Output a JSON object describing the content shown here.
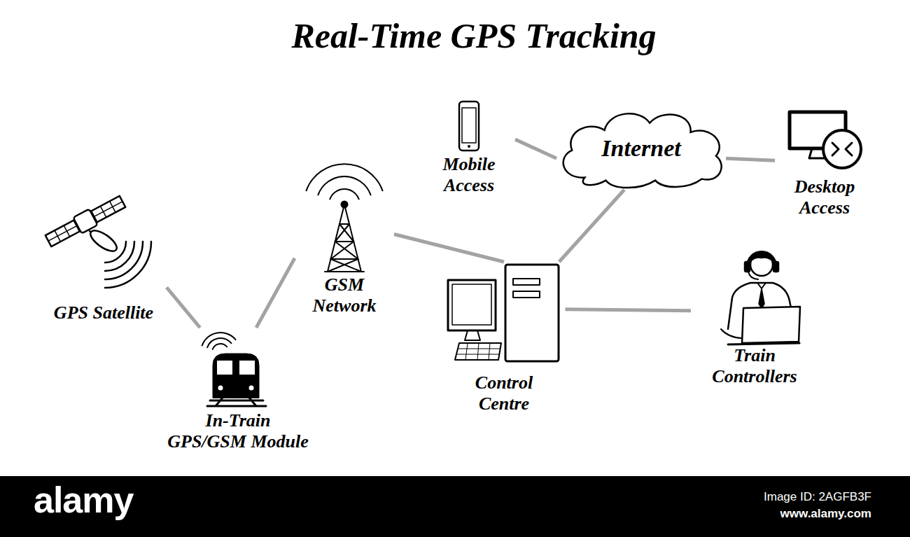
{
  "diagram": {
    "title": "Real-Time GPS Tracking",
    "nodes": [
      {
        "text": [
          "GPS Satellite"
        ]
      },
      {
        "text": [
          "In-Train GPS/GSM Module"
        ]
      },
      {
        "text": [
          "GSM Network"
        ]
      },
      {
        "text": [
          "Control Centre"
        ]
      },
      {
        "text": [
          "Mobile Access"
        ]
      },
      {
        "text": [
          "Internet"
        ]
      },
      {
        "text": [
          "Desktop Access"
        ]
      },
      {
        "text": [
          "Train Controllers"
        ]
      }
    ],
    "edges": [
      {
        "from": 0,
        "to": 1,
        "arrow": "none"
      },
      {
        "from": 1,
        "to": 2,
        "arrow": "none"
      },
      {
        "from": 2,
        "to": 3,
        "arrow": "none"
      },
      {
        "from": 4,
        "to": 5,
        "arrow": "none"
      },
      {
        "from": 3,
        "to": 5,
        "arrow": "none"
      },
      {
        "from": 5,
        "to": 6,
        "arrow": "none"
      },
      {
        "from": 3,
        "to": 7,
        "arrow": "none"
      }
    ],
    "labels": [
      "alamy",
      "Image ID: 2AGFB3F",
      "www.alamy.com"
    ]
  }
}
